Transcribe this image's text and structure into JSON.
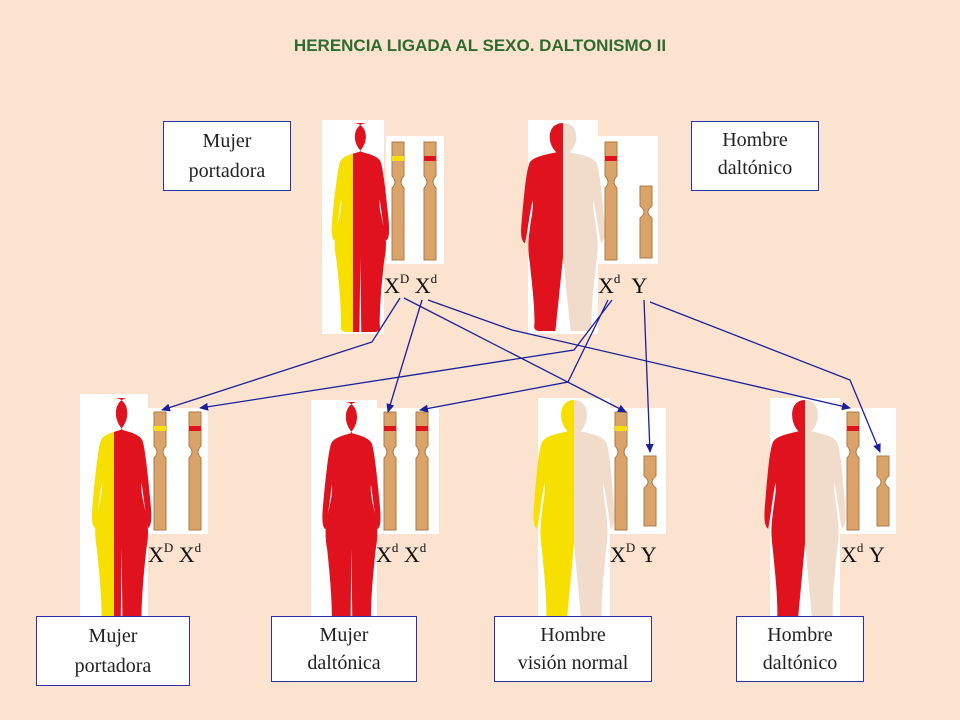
{
  "title": "HERENCIA LIGADA AL SEXO. DALTONISMO II",
  "parents": {
    "mother": {
      "label_line1": "Mujer",
      "label_line2": "portadora",
      "genotype": [
        {
          "b": "X",
          "s": "D"
        },
        {
          "b": "X",
          "s": "d"
        }
      ]
    },
    "father": {
      "label_line1": "Hombre",
      "label_line2": "daltónico",
      "genotype": [
        {
          "b": "X",
          "s": "d"
        },
        {
          "b": "Y",
          "s": ""
        }
      ]
    }
  },
  "children": [
    {
      "label_line1": "Mujer",
      "label_line2": "portadora",
      "genotype": [
        {
          "b": "X",
          "s": "D"
        },
        {
          "b": "X",
          "s": "d"
        }
      ]
    },
    {
      "label_line1": "Mujer",
      "label_line2": "daltónica",
      "genotype": [
        {
          "b": "X",
          "s": "d"
        },
        {
          "b": "X",
          "s": "d"
        }
      ]
    },
    {
      "label_line1": "Hombre",
      "label_line2": "visión normal",
      "genotype": [
        {
          "b": "X",
          "s": "D"
        },
        {
          "b": "Y",
          "s": ""
        }
      ]
    },
    {
      "label_line1": "Hombre",
      "label_line2": "daltónico",
      "genotype": [
        {
          "b": "X",
          "s": "d"
        },
        {
          "b": "Y",
          "s": ""
        }
      ]
    }
  ],
  "colors": {
    "normal_allele": "#f7e000",
    "colorblind_allele": "#e0121e",
    "arrow": "#1a1f9c",
    "chromosome": "#d9a36a",
    "label_border": "#2b2fa8"
  }
}
